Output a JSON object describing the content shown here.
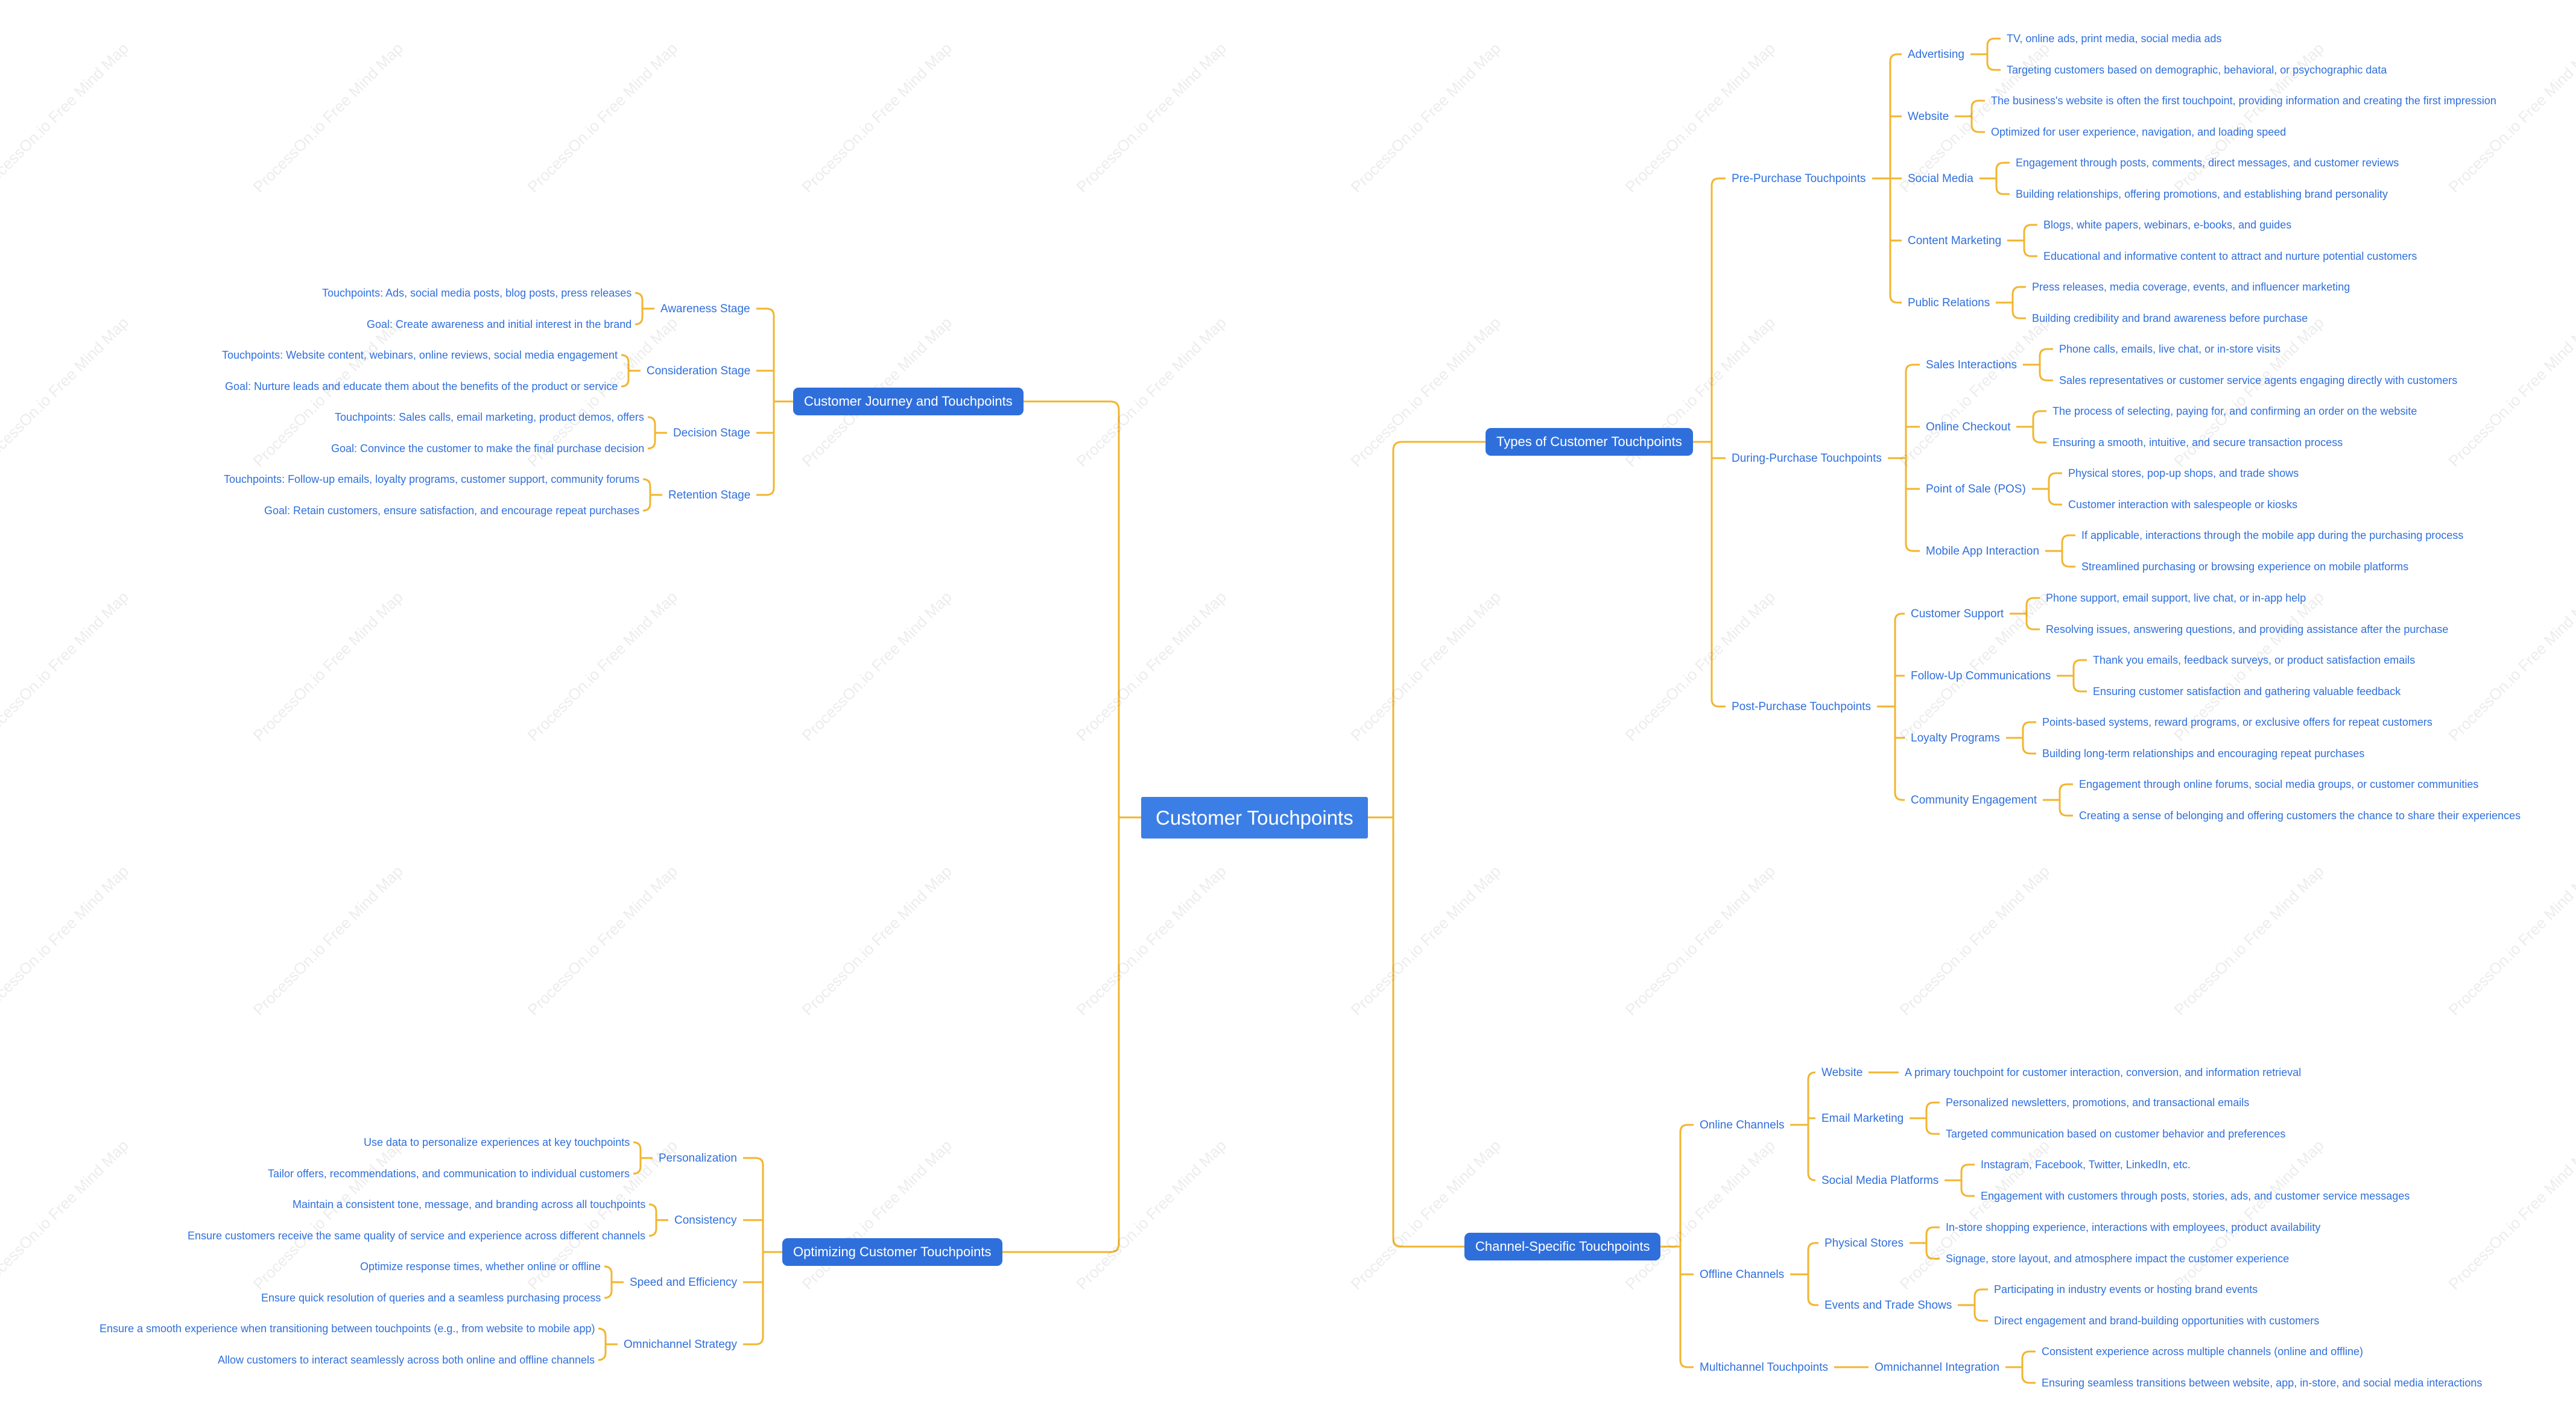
{
  "watermark": "ProcessOn.io Free Mind Map",
  "colors": {
    "connector": "#f2b52f",
    "topic_fill": "#2f6fdc",
    "root_fill": "#3b7fe6",
    "text": "#2f6fdc"
  },
  "root": {
    "label": "Customer Touchpoints"
  },
  "branches": {
    "types": {
      "label": "Types of Customer Touchpoints",
      "groups": [
        {
          "label": "Pre-Purchase Touchpoints",
          "items": [
            {
              "label": "Advertising",
              "details": [
                "TV, online ads, print media, social media ads",
                "Targeting customers based on demographic, behavioral, or psychographic data"
              ]
            },
            {
              "label": "Website",
              "details": [
                "The business's website is often the first touchpoint, providing information and creating the first impression",
                "Optimized for user experience, navigation, and loading speed"
              ]
            },
            {
              "label": "Social Media",
              "details": [
                "Engagement through posts, comments, direct messages, and customer reviews",
                "Building relationships, offering promotions, and establishing brand personality"
              ]
            },
            {
              "label": "Content Marketing",
              "details": [
                "Blogs, white papers, webinars, e-books, and guides",
                "Educational and informative content to attract and nurture potential customers"
              ]
            },
            {
              "label": "Public Relations",
              "details": [
                "Press releases, media coverage, events, and influencer marketing",
                "Building credibility and brand awareness before purchase"
              ]
            }
          ]
        },
        {
          "label": "During-Purchase Touchpoints",
          "items": [
            {
              "label": "Sales Interactions",
              "details": [
                "Phone calls, emails, live chat, or in-store visits",
                "Sales representatives or customer service agents engaging directly with customers"
              ]
            },
            {
              "label": "Online Checkout",
              "details": [
                "The process of selecting, paying for, and confirming an order on the website",
                "Ensuring a smooth, intuitive, and secure transaction process"
              ]
            },
            {
              "label": "Point of Sale (POS)",
              "details": [
                "Physical stores, pop-up shops, and trade shows",
                "Customer interaction with salespeople or kiosks"
              ]
            },
            {
              "label": "Mobile App Interaction",
              "details": [
                "If applicable, interactions through the mobile app during the purchasing process",
                "Streamlined purchasing or browsing experience on mobile platforms"
              ]
            }
          ]
        },
        {
          "label": "Post-Purchase Touchpoints",
          "items": [
            {
              "label": "Customer Support",
              "details": [
                "Phone support, email support, live chat, or in-app help",
                "Resolving issues, answering questions, and providing assistance after the purchase"
              ]
            },
            {
              "label": "Follow-Up Communications",
              "details": [
                "Thank you emails, feedback surveys, or product satisfaction emails",
                "Ensuring customer satisfaction and gathering valuable feedback"
              ]
            },
            {
              "label": "Loyalty Programs",
              "details": [
                "Points-based systems, reward programs, or exclusive offers for repeat customers",
                "Building long-term relationships and encouraging repeat purchases"
              ]
            },
            {
              "label": "Community Engagement",
              "details": [
                "Engagement through online forums, social media groups, or customer communities",
                "Creating a sense of belonging and offering customers the chance to share their experiences"
              ]
            }
          ]
        }
      ]
    },
    "channels": {
      "label": "Channel-Specific Touchpoints",
      "groups": [
        {
          "label": "Online Channels",
          "items": [
            {
              "label": "Website",
              "details": [
                "A primary touchpoint for customer interaction, conversion, and information retrieval"
              ]
            },
            {
              "label": "Email Marketing",
              "details": [
                "Personalized newsletters, promotions, and transactional emails",
                "Targeted communication based on customer behavior and preferences"
              ]
            },
            {
              "label": "Social Media Platforms",
              "details": [
                "Instagram, Facebook, Twitter, LinkedIn, etc.",
                "Engagement with customers through posts, stories, ads, and customer service messages"
              ]
            }
          ]
        },
        {
          "label": "Offline Channels",
          "items": [
            {
              "label": "Physical Stores",
              "details": [
                "In-store shopping experience, interactions with employees, product availability",
                "Signage, store layout, and atmosphere impact the customer experience"
              ]
            },
            {
              "label": "Events and Trade Shows",
              "details": [
                "Participating in industry events or hosting brand events",
                "Direct engagement and brand-building opportunities with customers"
              ]
            }
          ]
        },
        {
          "label": "Multichannel Touchpoints",
          "items": [
            {
              "label": "Omnichannel Integration",
              "details": [
                "Consistent experience across multiple channels (online and offline)",
                "Ensuring seamless transitions between website, app, in-store, and social media interactions"
              ]
            }
          ]
        }
      ]
    },
    "journey": {
      "label": "Customer Journey and Touchpoints",
      "items": [
        {
          "label": "Awareness Stage",
          "details": [
            "Touchpoints: Ads, social media posts, blog posts, press releases",
            "Goal: Create awareness and initial interest in the brand"
          ]
        },
        {
          "label": "Consideration Stage",
          "details": [
            "Touchpoints: Website content, webinars, online reviews, social media engagement",
            "Goal: Nurture leads and educate them about the benefits of the product or service"
          ]
        },
        {
          "label": "Decision Stage",
          "details": [
            "Touchpoints: Sales calls, email marketing, product demos, offers",
            "Goal: Convince the customer to make the final purchase decision"
          ]
        },
        {
          "label": "Retention Stage",
          "details": [
            "Touchpoints: Follow-up emails, loyalty programs, customer support, community forums",
            "Goal: Retain customers, ensure satisfaction, and encourage repeat purchases"
          ]
        }
      ]
    },
    "optimizing": {
      "label": "Optimizing Customer Touchpoints",
      "items": [
        {
          "label": "Personalization",
          "details": [
            "Use data to personalize experiences at key touchpoints",
            "Tailor offers, recommendations, and communication to individual customers"
          ]
        },
        {
          "label": "Consistency",
          "details": [
            "Maintain a consistent tone, message, and branding across all touchpoints",
            "Ensure customers receive the same quality of service and experience across different channels"
          ]
        },
        {
          "label": "Speed and Efficiency",
          "details": [
            "Optimize response times, whether online or offline",
            "Ensure quick resolution of queries and a seamless purchasing process"
          ]
        },
        {
          "label": "Omnichannel Strategy",
          "details": [
            "Ensure a smooth experience when transitioning between touchpoints (e.g., from website to mobile app)",
            "Allow customers to interact seamlessly across both online and offline channels"
          ]
        }
      ]
    }
  }
}
